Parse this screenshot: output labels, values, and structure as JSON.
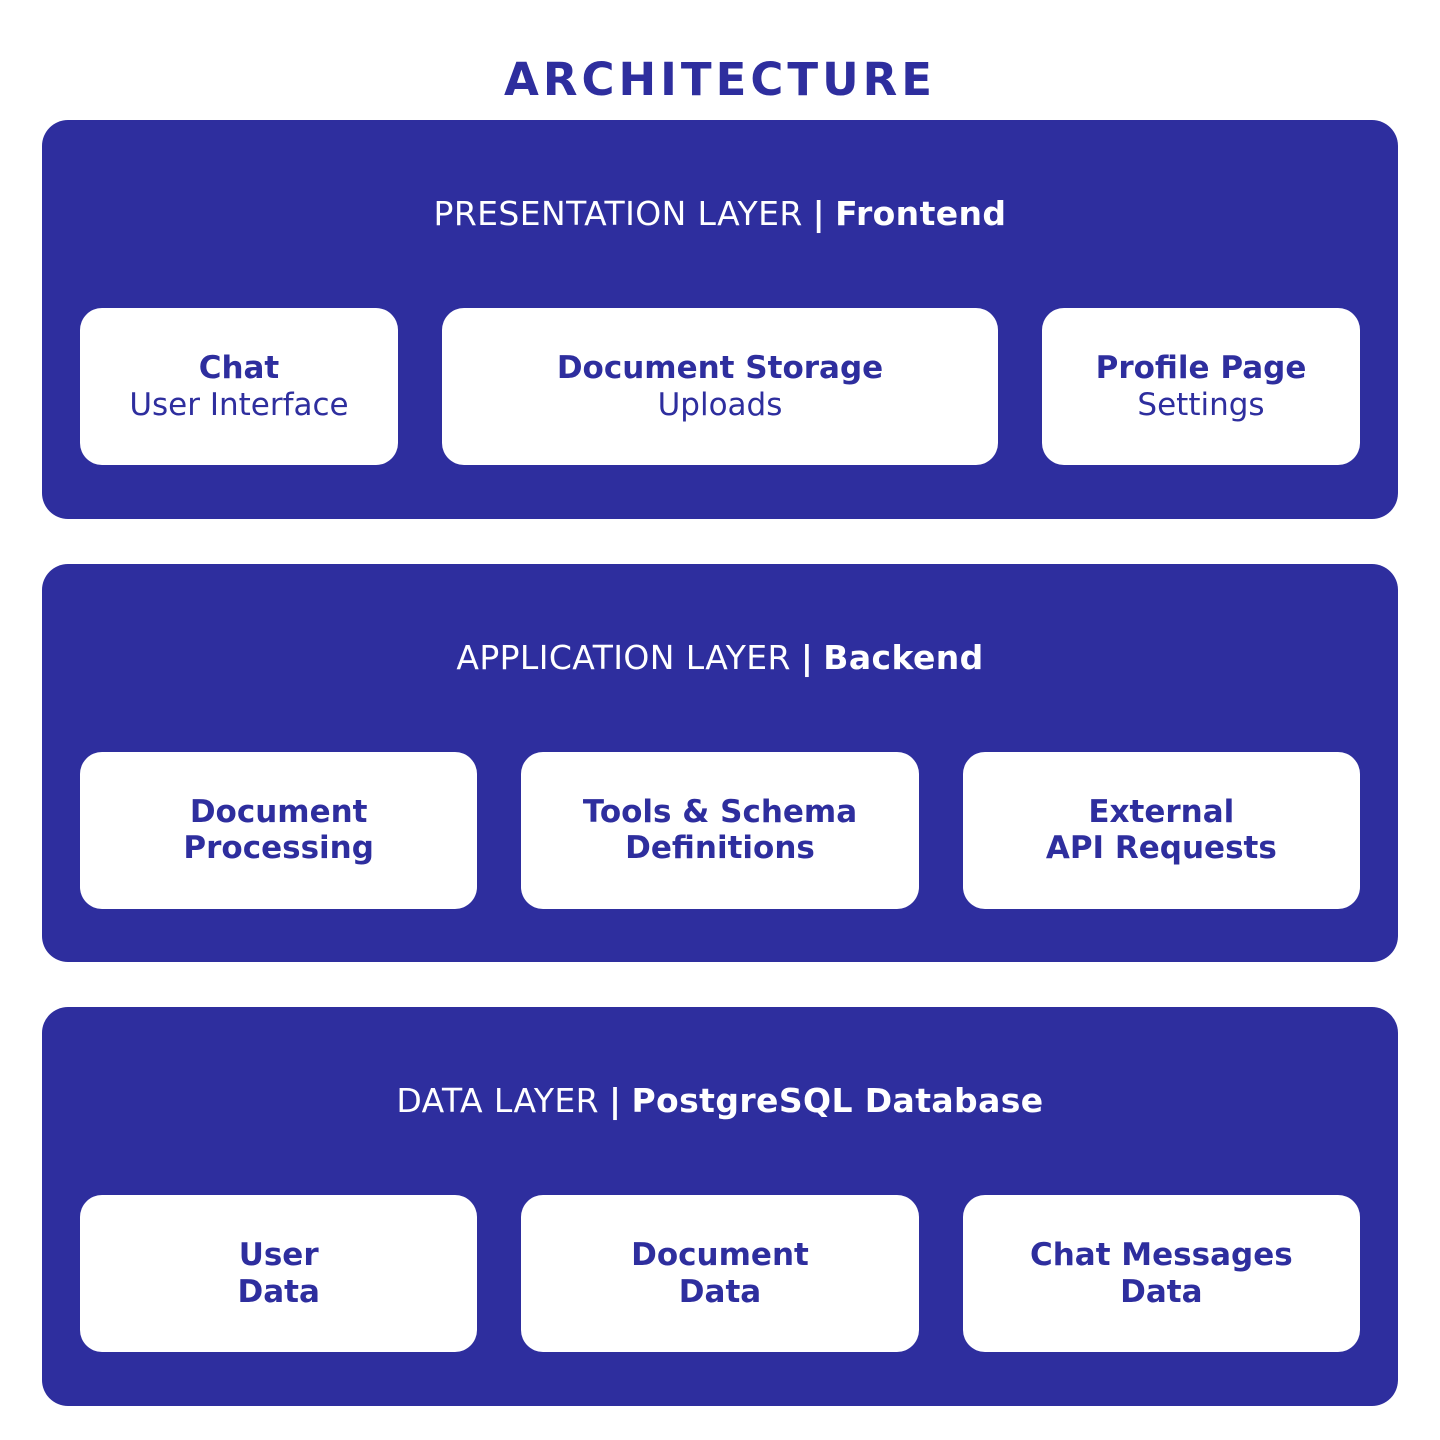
{
  "title": "ARCHITECTURE",
  "colors": {
    "panel": "#2E2E9E",
    "card_bg": "#FFFFFF",
    "card_text": "#2E2E9E",
    "header_text": "#FFFFFF",
    "page_bg": "#FFFFFF"
  },
  "layers": [
    {
      "header": {
        "label": "PRESENTATION LAYER",
        "separator": "|",
        "emphasis": "Frontend"
      },
      "cards": [
        {
          "line1": "Chat",
          "line2": "User Interface",
          "line2_bold": false
        },
        {
          "line1": "Document Storage",
          "line2": "Uploads",
          "line2_bold": false
        },
        {
          "line1": "Profile Page",
          "line2": "Settings",
          "line2_bold": false
        }
      ]
    },
    {
      "header": {
        "label": "APPLICATION LAYER",
        "separator": "|",
        "emphasis": "Backend"
      },
      "cards": [
        {
          "line1": "Document",
          "line2": "Processing",
          "line2_bold": true
        },
        {
          "line1": "Tools & Schema",
          "line2": "Definitions",
          "line2_bold": true
        },
        {
          "line1": "External",
          "line2": "API Requests",
          "line2_bold": true
        }
      ]
    },
    {
      "header": {
        "label": "DATA LAYER",
        "separator": "|",
        "emphasis": "PostgreSQL Database"
      },
      "cards": [
        {
          "line1": "User",
          "line2": "Data",
          "line2_bold": true
        },
        {
          "line1": "Document",
          "line2": "Data",
          "line2_bold": true
        },
        {
          "line1": "Chat Messages",
          "line2": "Data",
          "line2_bold": true
        }
      ]
    }
  ]
}
